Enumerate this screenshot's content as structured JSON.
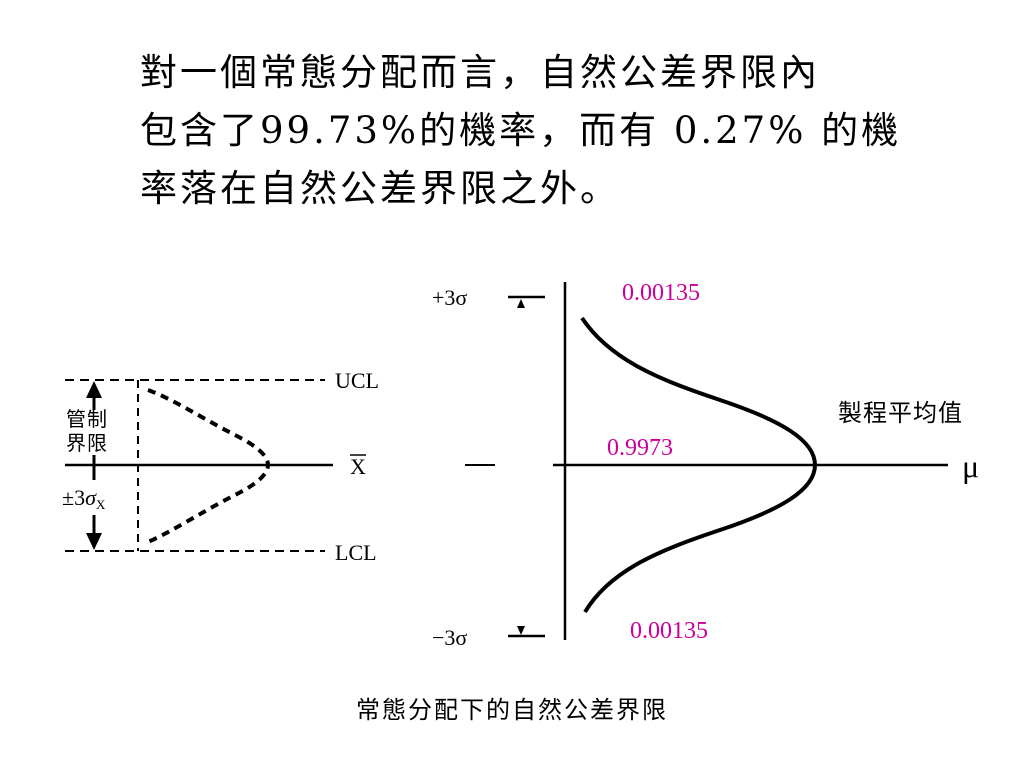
{
  "paragraph": {
    "line1": "對一個常態分配而言，自然公差界限內",
    "line2": "包含了99.73%的機率，而有 0.27% 的機",
    "line3": "率落在自然公差界限之外。"
  },
  "left_diagram": {
    "ucl_label": "UCL",
    "lcl_label": "LCL",
    "center_label": "X",
    "bracket_label_1": "管制",
    "bracket_label_2": "界限",
    "sigma_prefix": "±3",
    "sigma_symbol": "σ",
    "sigma_subscript": "X"
  },
  "right_diagram": {
    "plus_sigma_label": "+3σ",
    "minus_sigma_label": "−3σ",
    "top_tail_prob": "0.00135",
    "center_prob": "0.9973",
    "bottom_tail_prob": "0.00135",
    "mean_label": "製程平均值",
    "mu_label": "μ",
    "prob_color": "#cc0099"
  },
  "caption": "常態分配下的自然公差界限"
}
